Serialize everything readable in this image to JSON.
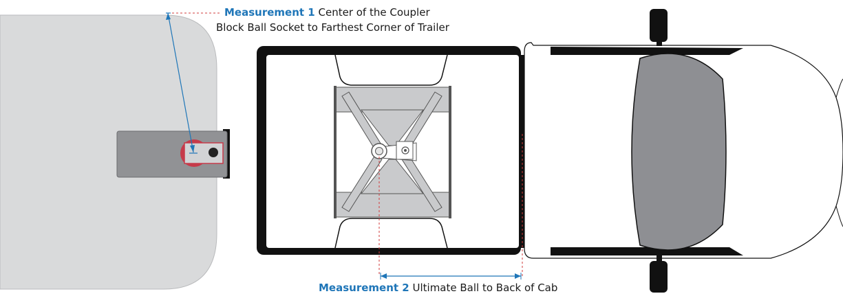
{
  "measurement_1": {
    "title": "Measurement 1",
    "line1": "Center of the Coupler",
    "line2": "Block Ball Socket to Farthest Corner of Trailer"
  },
  "measurement_2": {
    "title": "Measurement 2",
    "text": "Ultimate Ball to Back of Cab"
  },
  "colors": {
    "accent_blue": "#1f76b8",
    "dimension_red": "#d23b3b",
    "trailer_gray": "#d9dadb",
    "coupler_gray": "#919295",
    "socket_red": "#c63a4a",
    "truck_black": "#111111",
    "windshield_gray": "#8e8f93",
    "hitch_gray": "#c9cacc"
  }
}
